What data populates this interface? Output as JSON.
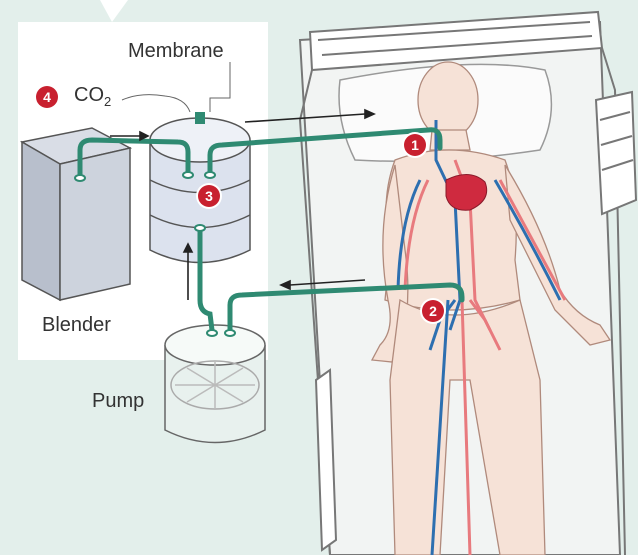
{
  "labels": {
    "membrane": "Membrane",
    "co2_main": "CO",
    "co2_sub": "2",
    "blender": "Blender",
    "pump": "Pump"
  },
  "badges": {
    "b1": "1",
    "b2": "2",
    "b3": "3",
    "b4": "4"
  },
  "colors": {
    "background": "#e3efeb",
    "panel": "#ffffff",
    "tube": "#2f8a72",
    "badge": "#c8202f",
    "artery": "#e87a7e",
    "vein": "#2d6fb0",
    "heart": "#cf2a3f",
    "skin": "#f6e2d7"
  }
}
